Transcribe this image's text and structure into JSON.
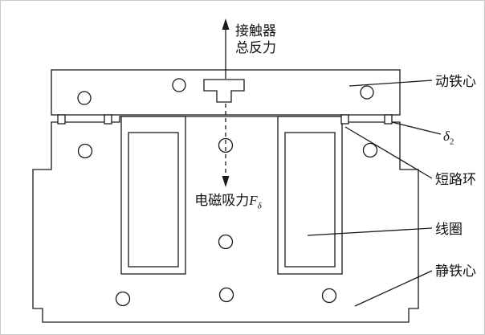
{
  "figure": {
    "background": "#ffffff",
    "line_color": "#1a1a1a",
    "top_arrow_label": {
      "line1": "接触器",
      "line2": "总反力"
    },
    "center_force_label": {
      "text": "电磁吸力",
      "symbol": "F",
      "subscript": "δ"
    },
    "callouts": {
      "moving_core": "动铁心",
      "air_gap_symbol": "δ",
      "air_gap_subscript": "2",
      "shading_ring": "短路环",
      "coil": "线圈",
      "static_core": "静铁心"
    }
  }
}
